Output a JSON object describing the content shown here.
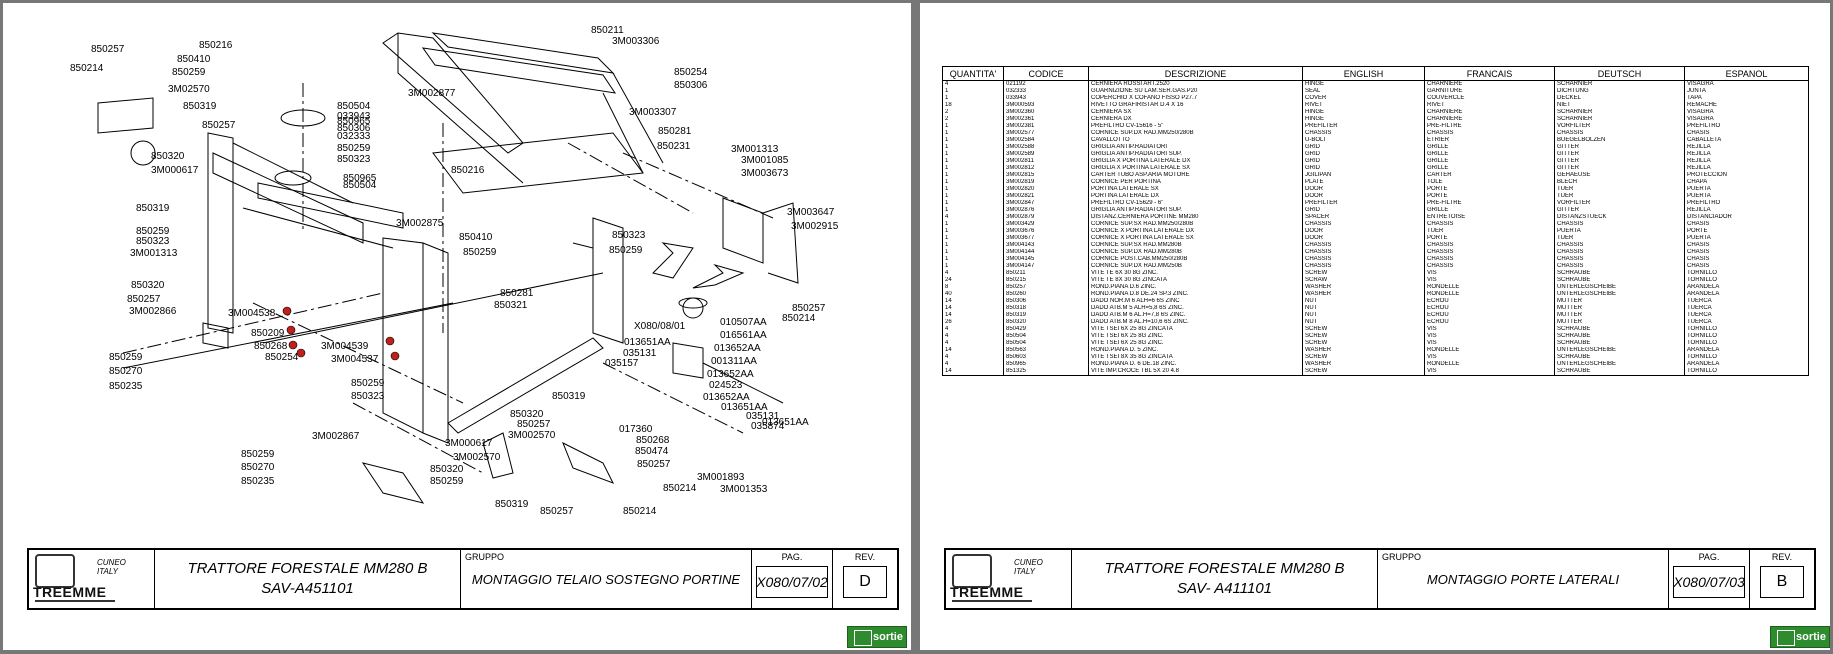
{
  "left_page": {
    "title_block": {
      "company_city": "CUNEO\nITALY",
      "company_name": "TREEMME",
      "title_line1": "TRATTORE FORESTALE MM280 B",
      "title_line2": "SAV-A451101",
      "group_caption": "GRUPPO",
      "group_value": "MONTAGGIO TELAIO SOSTEGNO PORTINE",
      "page_caption": "PAG.",
      "page_value": "X080/07/02",
      "rev_caption": "REV.",
      "rev_value": "D"
    },
    "callouts": [
      "850257",
      "850410",
      "850259",
      "850216",
      "850214",
      "3M02570",
      "850319",
      "850257",
      "850320",
      "3M000617",
      "850319",
      "850259",
      "850323",
      "3M001313",
      "850320",
      "850257",
      "3M002866",
      "850259",
      "850270",
      "850235",
      "850211",
      "3M003306",
      "3M002877",
      "850504",
      "033943",
      "850965",
      "850306",
      "032333",
      "850259",
      "850323",
      "850965",
      "850504",
      "850254",
      "850306",
      "3M003307",
      "850281",
      "850231",
      "3M001313",
      "3M001085",
      "3M003673",
      "850216",
      "3M002875",
      "850410",
      "850259",
      "3M003647",
      "3M002915",
      "850323",
      "850259",
      "850257",
      "850214",
      "850281",
      "850321",
      "3M004538",
      "850209",
      "850268",
      "850254",
      "3M004539",
      "3M004537",
      "850259",
      "850323",
      "X080/08/01",
      "013651AA",
      "035131",
      "035157",
      "010507AA",
      "016561AA",
      "013652AA",
      "001311AA",
      "013652AA",
      "024523",
      "013652AA",
      "013651AA",
      "035131",
      "035874",
      "013651AA",
      "850319",
      "850320",
      "850257",
      "3M002570",
      "017360",
      "850268",
      "850474",
      "3M002867",
      "850259",
      "850270",
      "850235",
      "3M000617",
      "3M002570",
      "850320",
      "850259",
      "850319",
      "850257",
      "850214",
      "850257",
      "850214",
      "3M001893",
      "3M001353"
    ]
  },
  "right_page": {
    "title_block": {
      "company_city": "CUNEO\nITALY",
      "company_name": "TREEMME",
      "title_line1": "TRATTORE FORESTALE MM280 B",
      "title_line2": "SAV- A411101",
      "group_caption": "GRUPPO",
      "group_value": "MONTAGGIO PORTE LATERALI",
      "page_caption": "PAG.",
      "page_value": "X080/07/03",
      "rev_caption": "REV.",
      "rev_value": "B"
    },
    "table": {
      "headers": [
        "QUANTITA'",
        "CODICE",
        "DESCRIZIONE",
        "ENGLISH",
        "FRANCAIS",
        "DEUTSCH",
        "ESPANOL"
      ],
      "rows": [
        [
          "4",
          "021192",
          "CERNIERA ROSSI ART.2520",
          "HINGE",
          "CHARNIERE",
          "SCHARNIER",
          "VISAGRA"
        ],
        [
          "1",
          "032333",
          "GUARNIZIONE SU LAM.SER.GAS.P20",
          "SEAL",
          "GARNITURE",
          "DICHTUNG",
          "JUNTA"
        ],
        [
          "1",
          "033943",
          "COPERCHIO X COFANO FISSO P27.7",
          "COVER",
          "COUVERCLE",
          "DECKEL",
          "TAPA"
        ],
        [
          "18",
          "3M000593",
          "RIVETTO GRAFIRISTAR D.4 X 16",
          "RIVET",
          "RIVET",
          "NIET",
          "REMACHE"
        ],
        [
          "2",
          "3M002360",
          "CERNIERA SX",
          "HINGE",
          "CHARNIERE",
          "SCHARNIER",
          "VISAGRA"
        ],
        [
          "2",
          "3M002361",
          "CERNIERA DX",
          "HINGE",
          "CHARNIERE",
          "SCHARNIER",
          "VISAGRA"
        ],
        [
          "1",
          "3M002381",
          "PREFILTRO CV-15616 - 5\"",
          "PREFILTER",
          "PRE-FILTRE",
          "VORFILTER",
          "PREFILTRO"
        ],
        [
          "1",
          "3M002577",
          "CORNICE SUP.DX RAD.MM250/280B",
          "CHASSIS",
          "CHASSIS",
          "CHASSIS",
          "CHASIS"
        ],
        [
          "1",
          "3M002584",
          "CAVALLOTTO",
          "U-BOLT",
          "ETRIER",
          "BUEGELBOLZEN",
          "CABALLETA"
        ],
        [
          "1",
          "3M002588",
          "GRIGLIA ANTIP.RADIATORI",
          "GRID",
          "GRILLE",
          "GITTER",
          "REJILLA"
        ],
        [
          "1",
          "3M002589",
          "GRIGLIA ANTIP.RADIATORI SUP.",
          "GRID",
          "GRILLE",
          "GITTER",
          "REJILLA"
        ],
        [
          "1",
          "3M002811",
          "GRIGLIA X PORTINA LATERALE DX",
          "GRID",
          "GRILLE",
          "GITTER",
          "REJILLA"
        ],
        [
          "1",
          "3M002812",
          "GRIGLIA X PORTINA LATERALE SX",
          "GRID",
          "GRILLE",
          "GITTER",
          "REJILLA"
        ],
        [
          "1",
          "3M002815",
          "CARTER TUBO ASP.ARIA MOTORE",
          "JGILIPAN",
          "CARTER",
          "GEHAEUSE",
          "PROTECCION"
        ],
        [
          "1",
          "3M002819",
          "CORNICE PER PORTINA",
          "PLATE",
          "TOLE",
          "BLECH",
          "CHAPA"
        ],
        [
          "1",
          "3M002820",
          "PORTINA LATERALE SX",
          "DOOR",
          "PORTE",
          "TUER",
          "PUERTA"
        ],
        [
          "1",
          "3M002821",
          "PORTINA LATERALE DX",
          "DOOR",
          "PORTE",
          "TUER",
          "PUERTA"
        ],
        [
          "1",
          "3M002847",
          "PREFILTRO CV-15629 - 6\"",
          "PREFILTER",
          "PRE-FILTRE",
          "VORFILTER",
          "PREFILTRO"
        ],
        [
          "1",
          "3M002876",
          "GRIGLIA ANTIP.RADIATORI SUP.",
          "GRID",
          "GRILLE",
          "GITTER",
          "REJILLA"
        ],
        [
          "4",
          "3M002879",
          "DISTANZ.CERNIERA PORTINE MM280",
          "SPACER",
          "ENTRETOISE",
          "DISTANZSTUECK",
          "DISTANCIADOR"
        ],
        [
          "1",
          "3M003429",
          "CORNICE SUP.SX RAD.MM250/280B",
          "CHASSIS",
          "CHASSIS",
          "CHASSIS",
          "CHASIS"
        ],
        [
          "1",
          "3M003676",
          "CORNICE X PORTINA LATERALE DX",
          "DOOR",
          "TUER",
          "PUERTA",
          "PORTE"
        ],
        [
          "1",
          "3M003677",
          "CORNICE X PORTINA LATERALE SX",
          "DOOR",
          "PORTE",
          "TUER",
          "PUERTA"
        ],
        [
          "1",
          "3M004143",
          "CORNICE SUP.SX RAD.MM280B",
          "CHASSIS",
          "CHASSIS",
          "CHASSIS",
          "CHASIS"
        ],
        [
          "1",
          "3M004144",
          "CORNICE SUP.DX RAD.MM280B",
          "CHASSIS",
          "CHASSIS",
          "CHASSIS",
          "CHASIS"
        ],
        [
          "1",
          "3M004145",
          "CORNICE POST.CAB.MM250/280B",
          "CHASSIS",
          "CHASSIS",
          "CHASSIS",
          "CHASIS"
        ],
        [
          "1",
          "3M004147",
          "CORNICE SUP.DX RAD.MM250B",
          "CHASSIS",
          "CHASSIS",
          "CHASSIS",
          "CHASIS"
        ],
        [
          "4",
          "850211",
          "VITE TE 6X 30 8G ZINC.",
          "SCREW",
          "VIS",
          "SCHRAUBE",
          "TORNILLO"
        ],
        [
          "24",
          "850215",
          "VITE TE 8X 30 8G ZINCATA",
          "SCRAW",
          "VIS",
          "SCHRAUBE",
          "TORNILLO"
        ],
        [
          "8",
          "850257",
          "ROND.PIANA D.6 ZINC.",
          "WASHER",
          "RONDELLE",
          "UNTERLEGSCHEIBE",
          "ARANDELA"
        ],
        [
          "40",
          "850260",
          "ROND.PIANA D.8 DE.24 SP.3 ZINC.",
          "WASHER",
          "RONDELLE",
          "UNTERLEGSCHEIBE",
          "ARANDELA"
        ],
        [
          "14",
          "850306",
          "DADO NOR.M 6 ALH=6 6S ZINC",
          "NUT",
          "ECROU",
          "MUTTER",
          "TUERCA"
        ],
        [
          "14",
          "850318",
          "DADO ATB.M 5 ALH=5,8 6S ZINC.",
          "NUT",
          "ECROU",
          "MUTTER",
          "TUERCA"
        ],
        [
          "14",
          "850319",
          "DADO ATB.M 6 AL.H=7,8 6S ZINC.",
          "NUT",
          "ECROU",
          "MUTTER",
          "TUERCA"
        ],
        [
          "26",
          "850320",
          "DADO ATB.M 8 AL.H=10,6 6S ZINC.",
          "NUT",
          "ECROU",
          "MUTTER",
          "TUERCA"
        ],
        [
          "4",
          "850429",
          "VITE TSEI 6X 25 8G ZINCATA",
          "SCREW",
          "VIS",
          "SCHRAUBE",
          "TORNILLO"
        ],
        [
          "4",
          "850504",
          "VITE TSEI 6X 25 8G ZINC.",
          "SCREW",
          "VIS",
          "SCHRAUBE",
          "TORNILLO"
        ],
        [
          "4",
          "850504",
          "VITE TSEI 6X 25 8G ZINC.",
          "SCREW",
          "VIS",
          "SCHRAUBE",
          "TORNILLO"
        ],
        [
          "14",
          "850563",
          "ROND.PIANA D. 5 ZINC.",
          "WASHER",
          "RONDELLE",
          "UNTERLEGSCHEIBE",
          "ARANDELA"
        ],
        [
          "4",
          "850603",
          "VITE TSEI 8X 35 8G ZINCATA",
          "SCREW",
          "VIS",
          "SCHRAUBE",
          "TORNILLO"
        ],
        [
          "4",
          "850965",
          "ROND.PIANA D. 6 DE.18 ZINC.",
          "WASHER",
          "RONDELLE",
          "UNTERLEGSCHEIBE",
          "ARANDELA"
        ],
        [
          "14",
          "851325",
          "VITE IMP.CROCE TBL 5X 20 4.8",
          "SCREW",
          "VIS",
          "SCHRAUBE",
          "TORNILLO"
        ]
      ]
    }
  },
  "exit_button": {
    "label": "sortie",
    "icon": "exit-door-icon"
  },
  "colors": {
    "viewer_bg": "#777777",
    "exit_green": "#2e8b2e",
    "marker_red": "#c0201c"
  }
}
